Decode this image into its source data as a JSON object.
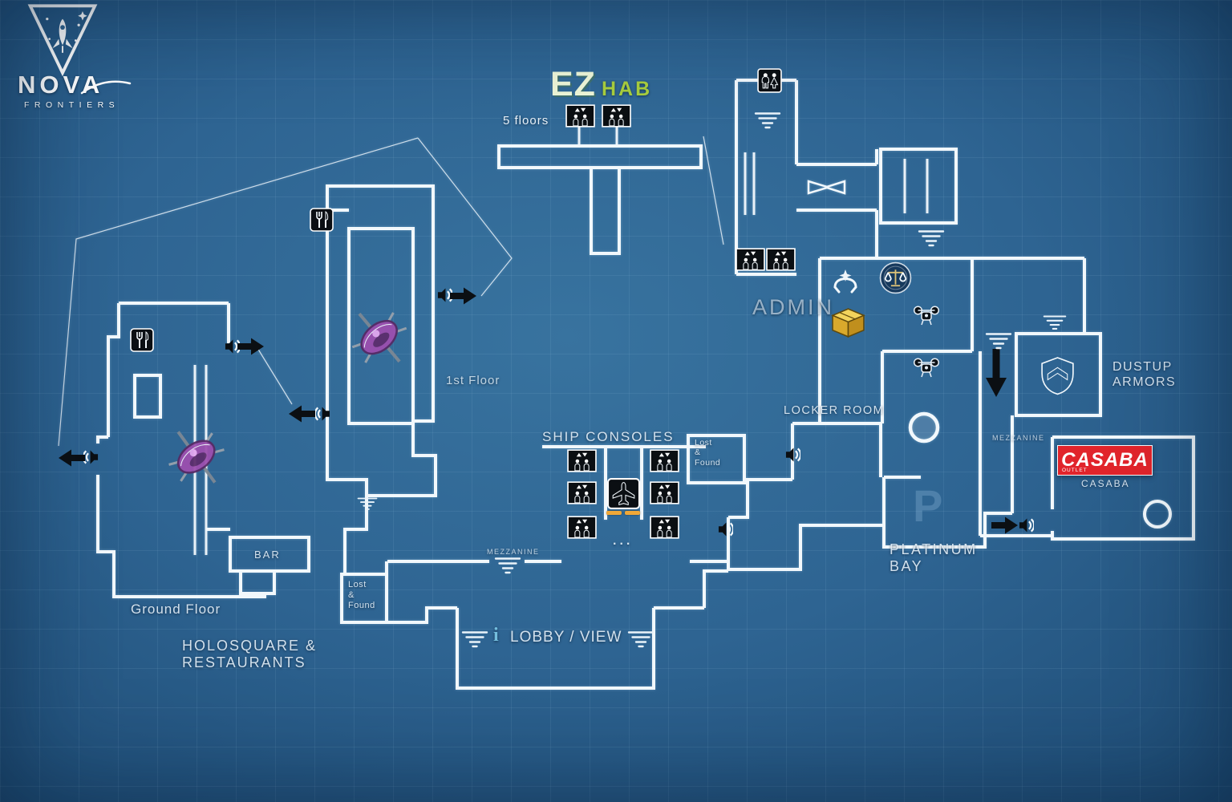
{
  "logo": {
    "title": "NOVA",
    "subtitle": "FRONTIERS"
  },
  "ezhab": {
    "brand_ez": "EZ",
    "brand_hab": "HAB",
    "floors_note": "5 floors"
  },
  "areas": {
    "admin": "ADMIN",
    "locker_room": "LOCKER ROOM",
    "dustup_armors": "DUSTUP\nARMORS",
    "mezzanine_right": "MEZZANINE",
    "mezzanine_center": "MEZZANINE",
    "casaba_sign": "CASABA",
    "casaba_outlet": "OUTLET",
    "casaba_name": "CASABA",
    "platinum_bay": "PLATINUM\nBAY",
    "platinum_watermark": "P",
    "ship_consoles": "SHIP CONSOLES",
    "lost_found_upper": "Lost\n&\nFound",
    "lost_found_lower": "Lost\n&\nFound",
    "first_floor": "1st Floor",
    "ground_floor": "Ground Floor",
    "bar": "BAR",
    "holosquare": "HOLOSQUARE &\nRESTAURANTS",
    "lobby_view": "LOBBY / VIEW",
    "lobby_info": "i",
    "console_dots": "..."
  },
  "icons": {
    "elevator": "elevator-updown-figures",
    "restroom": "restroom-figures",
    "restaurant": "fork-and-knife",
    "airplane": "departures-plane",
    "speaker": "announcement-waves",
    "arrow": "direction-arrow",
    "water": "mezzanine-level-lines",
    "hands": "service-hands",
    "seal": "justice-scales-seal",
    "crate": "supply-crate",
    "drone": "maintenance-drone",
    "shield": "armor-shield",
    "ship": "parked-starship",
    "rocket": "nova-rocket-badge"
  },
  "colors": {
    "background": "#2d6594",
    "walls": "#f2f8fc",
    "ezhab_green": "#a9cf3e",
    "casaba_red": "#e1242b",
    "crate_gold": "#e8bd3a",
    "shield_gold": "#c7a243",
    "ship_purple": "#9c50ae"
  }
}
